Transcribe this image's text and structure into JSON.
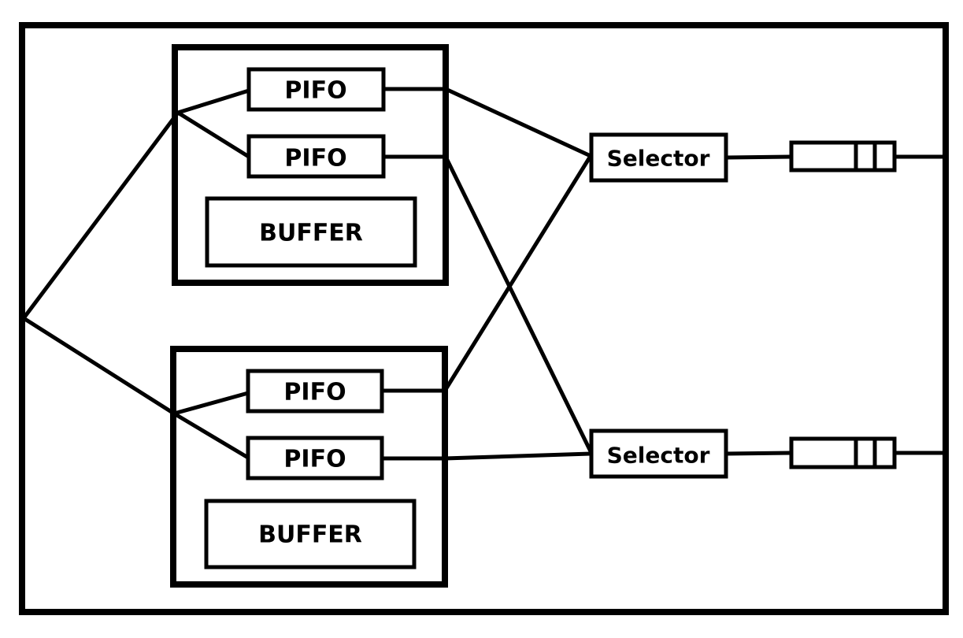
{
  "diagram": {
    "groups": [
      {
        "pifo_top": {
          "label": "PIFO"
        },
        "pifo_bottom": {
          "label": "PIFO"
        },
        "buffer": {
          "label": "BUFFER"
        }
      },
      {
        "pifo_top": {
          "label": "PIFO"
        },
        "pifo_bottom": {
          "label": "PIFO"
        },
        "buffer": {
          "label": "BUFFER"
        }
      }
    ],
    "selectors": [
      {
        "label": "Selector"
      },
      {
        "label": "Selector"
      }
    ]
  }
}
